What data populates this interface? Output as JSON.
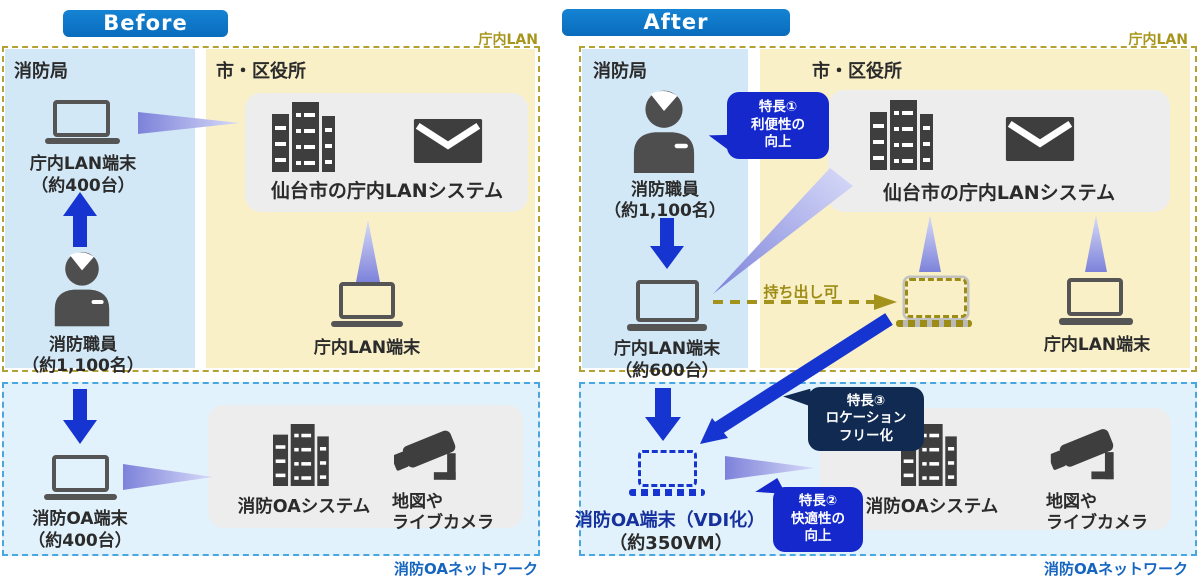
{
  "colors": {
    "header_blue": "#0a6cbd",
    "accent_arrow_blue": "#1634d0",
    "bubble_blue": "#1428cc",
    "bubble_navy": "#102a52",
    "olive_border": "#b3a233",
    "olive_text": "#a8961c",
    "network_label_blue": "#1565c0",
    "panel_light_blue": "#d2e8f7",
    "panel_yellow": "#faf0c8",
    "bottom_box_blue": "#e2f2fc",
    "vdi_text_blue": "#16309e"
  },
  "before": {
    "header": "Before",
    "lan_label": "庁内LAN",
    "fire_dept": "消防局",
    "city_office": "市・区役所",
    "lan_terminal": "庁内LAN端末",
    "lan_terminal_count": "（約400台）",
    "staff": "消防職員",
    "staff_count": "（約1,100名）",
    "city_system": "仙台市の庁内LANシステム",
    "city_lan_terminal": "庁内LAN端末",
    "oa_terminal": "消防OA端末",
    "oa_terminal_count": "（約400台）",
    "oa_system": "消防OAシステム",
    "camera_label_1": "地図や",
    "camera_label_2": "ライブカメラ",
    "network_label": "消防OAネットワーク"
  },
  "after": {
    "header": "After",
    "lan_label": "庁内LAN",
    "fire_dept": "消防局",
    "city_office": "市・区役所",
    "staff": "消防職員",
    "staff_count": "（約1,100名）",
    "feature1": {
      "line1": "特長①",
      "line2": "利便性の",
      "line3": "向上"
    },
    "lan_terminal": "庁内LAN端末",
    "lan_terminal_count": "（約600台）",
    "takeout_label": "持ち出し可",
    "city_system": "仙台市の庁内LANシステム",
    "city_lan_terminal": "庁内LAN端末",
    "feature3": {
      "line1": "特長③",
      "line2": "ロケーション",
      "line3": "フリー化"
    },
    "vdi_terminal": "消防OA端末（VDI化）",
    "vdi_count": "（約350VM）",
    "feature2": {
      "line1": "特長②",
      "line2": "快適性の",
      "line3": "向上"
    },
    "oa_system": "消防OAシステム",
    "camera_label_1": "地図や",
    "camera_label_2": "ライブカメラ",
    "network_label": "消防OAネットワーク"
  }
}
